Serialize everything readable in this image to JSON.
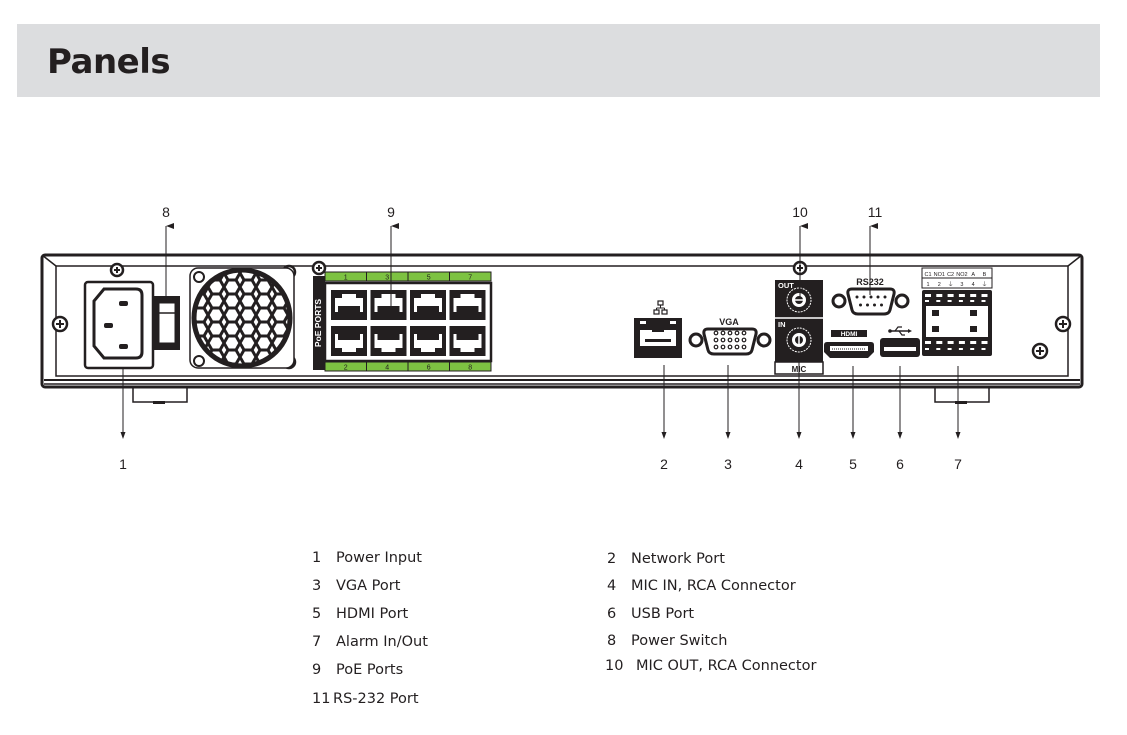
{
  "header": {
    "title": "Panels"
  },
  "device_labels": {
    "poe_ports": "PoE PORTS",
    "poe_top_numbers": [
      "1",
      "3",
      "5",
      "7"
    ],
    "poe_bottom_numbers": [
      "2",
      "4",
      "6",
      "8"
    ],
    "vga": "VGA",
    "mic_out": "OUT",
    "mic_in": "IN",
    "mic": "MIC",
    "hdmi": "HDMI",
    "rs232": "RS232",
    "alarm_top": [
      "C1",
      "NO1",
      "C2",
      "NO2",
      "A",
      "B"
    ],
    "alarm_bottom": [
      "1",
      "2",
      "⏚",
      "3",
      "4",
      "⏚"
    ]
  },
  "callouts": {
    "top": [
      {
        "id": "8",
        "label": "8"
      },
      {
        "id": "9",
        "label": "9"
      },
      {
        "id": "10",
        "label": "10"
      },
      {
        "id": "11",
        "label": "11"
      }
    ],
    "bottom": [
      {
        "id": "1",
        "label": "1"
      },
      {
        "id": "2",
        "label": "2"
      },
      {
        "id": "3",
        "label": "3"
      },
      {
        "id": "4",
        "label": "4"
      },
      {
        "id": "5",
        "label": "5"
      },
      {
        "id": "6",
        "label": "6"
      },
      {
        "id": "7",
        "label": "7"
      }
    ]
  },
  "legend": [
    {
      "num": "1",
      "text": "Power Input"
    },
    {
      "num": "2",
      "text": "Network Port"
    },
    {
      "num": "3",
      "text": "VGA Port"
    },
    {
      "num": "4",
      "text": "MIC IN, RCA Connector"
    },
    {
      "num": "5",
      "text": "HDMI Port"
    },
    {
      "num": "6",
      "text": "USB Port"
    },
    {
      "num": "7",
      "text": "Alarm In/Out"
    },
    {
      "num": "8",
      "text": "Power Switch"
    },
    {
      "num": "9",
      "text": "PoE Ports"
    },
    {
      "num": "10",
      "text": "MIC OUT, RCA Connector"
    },
    {
      "num": "11",
      "text": "RS-232 Port"
    }
  ],
  "colors": {
    "title_bg": "#dcdddf",
    "ink": "#231f20",
    "poe_green": "#7dc242"
  }
}
